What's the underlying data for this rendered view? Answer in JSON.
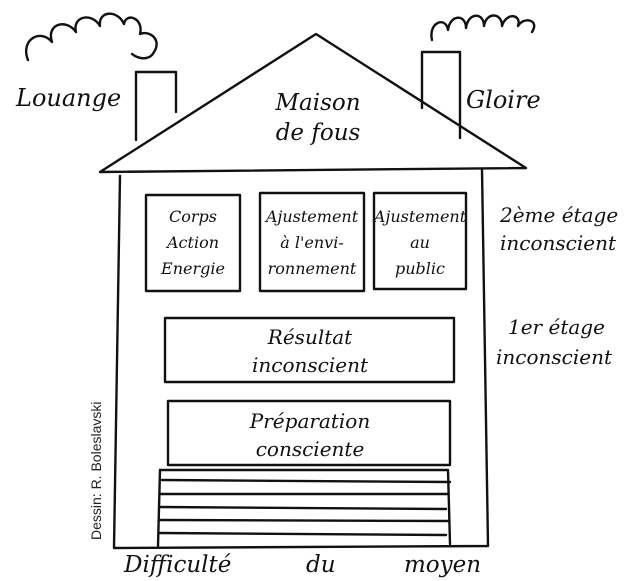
{
  "diagram": {
    "roof_title": [
      "Maison",
      "de fous"
    ],
    "smoke_left_label": "Louange",
    "smoke_right_label": "Gloire",
    "boxes": {
      "body": [
        "Corps",
        "Action",
        "Energie"
      ],
      "environment": [
        "Ajustement",
        "à l'envi-",
        "ronnement"
      ],
      "public": [
        "Ajustement",
        "au",
        "public"
      ],
      "result": [
        "Résultat",
        "inconscient"
      ],
      "preparation": [
        "Préparation",
        "consciente"
      ]
    },
    "floor_labels": {
      "second": [
        "2ème étage",
        "inconscient"
      ],
      "first": [
        "1er étage",
        "inconscient"
      ]
    },
    "basement_label": [
      "Difficulté",
      "du",
      "moyen"
    ],
    "credit": "Dessin: R. Boleslavski"
  }
}
